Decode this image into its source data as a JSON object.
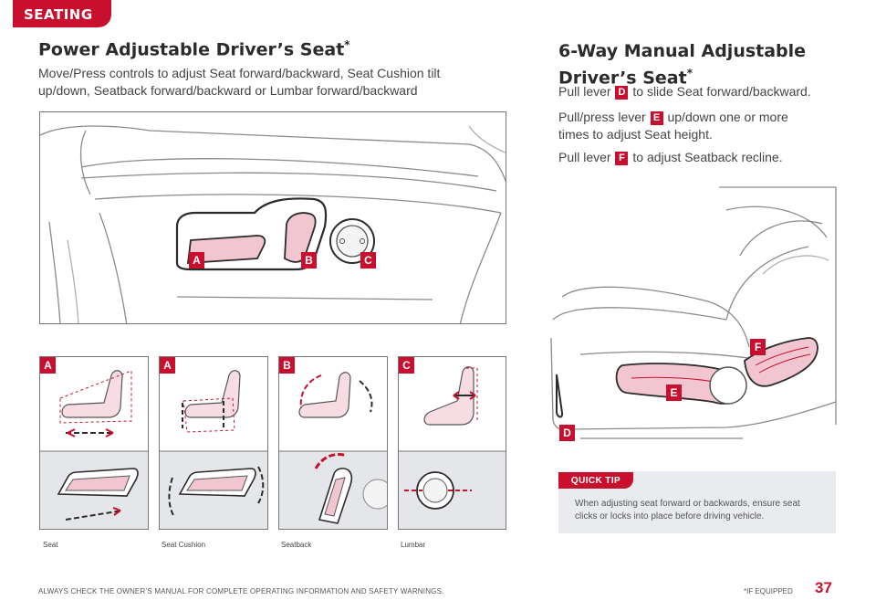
{
  "section_tab": "SEATING",
  "left": {
    "title": "Power Adjustable Driver’s Seat",
    "title_mark": "*",
    "description": "Move/Press controls to adjust Seat forward/backward, Seat Cushion tilt up/down, Seatback forward/backward or Lumbar forward/backward",
    "main_callouts": [
      "A",
      "B",
      "C"
    ],
    "panels": [
      {
        "tag": "A",
        "label": "Seat"
      },
      {
        "tag": "A",
        "label": "Seat Cushion"
      },
      {
        "tag": "B",
        "label": "Seatback"
      },
      {
        "tag": "C",
        "label": "Lumbar"
      }
    ]
  },
  "right": {
    "title_line1": "6-Way Manual Adjustable",
    "title_line2": "Driver’s Seat",
    "title_mark": "*",
    "steps": [
      {
        "before": "Pull lever",
        "tag": "D",
        "after": "to slide Seat forward/backward."
      },
      {
        "before": "Pull/press lever",
        "tag": "E",
        "after": "up/down one or more times to adjust Seat height."
      },
      {
        "before": "Pull lever",
        "tag": "F",
        "after": "to adjust Seatback recline."
      }
    ],
    "callouts": [
      "D",
      "E",
      "F"
    ]
  },
  "quick_tip": {
    "badge": "QUICK TIP",
    "text": "When adjusting seat forward or backwards, ensure seat clicks or locks into place before driving vehicle."
  },
  "footer": {
    "disclaimer": "ALWAYS CHECK THE OWNER’S MANUAL FOR COMPLETE OPERATING INFORMATION AND SAFETY WARNINGS.",
    "equipped_note": "*IF EQUIPPED",
    "page_number": "37"
  },
  "colors": {
    "accent": "#c8102e",
    "highlight": "#f2c6d0",
    "tip_bg": "#e9ebee"
  }
}
